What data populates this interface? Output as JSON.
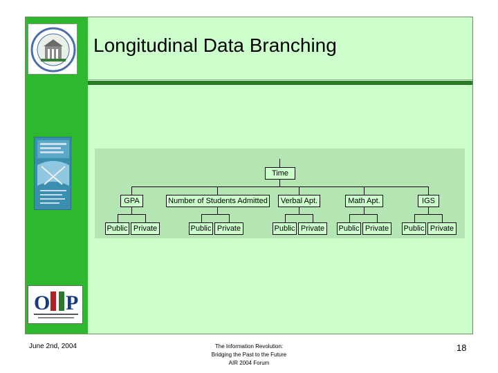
{
  "slide": {
    "title": "Longitudinal Data Branching",
    "footer": {
      "date": "June 2nd, 2004",
      "center_lines": [
        "The Information Revolution:",
        "Bridging the Past to the Future",
        "AIR 2004 Forum"
      ],
      "page_number": "18"
    },
    "colors": {
      "band": "#2eb82e",
      "panel": "#ccffcc",
      "diagram_bg": "#b3e6b3",
      "rule": "#2a7a2a"
    }
  },
  "diagram": {
    "root": "Time",
    "branches": [
      {
        "label": "GPA",
        "children": [
          "Public",
          "Private"
        ]
      },
      {
        "label": "Number of Students Admitted",
        "children": [
          "Public",
          "Private"
        ]
      },
      {
        "label": "Verbal Apt.",
        "children": [
          "Public",
          "Private"
        ]
      },
      {
        "label": "Math Apt.",
        "children": [
          "Public",
          "Private"
        ]
      },
      {
        "label": "IGS",
        "children": [
          "Public",
          "Private"
        ]
      }
    ]
  },
  "images": {
    "top_logo": "seal-logo",
    "book": "forum-book-cover",
    "bottom_logo_text": "OIIP"
  }
}
